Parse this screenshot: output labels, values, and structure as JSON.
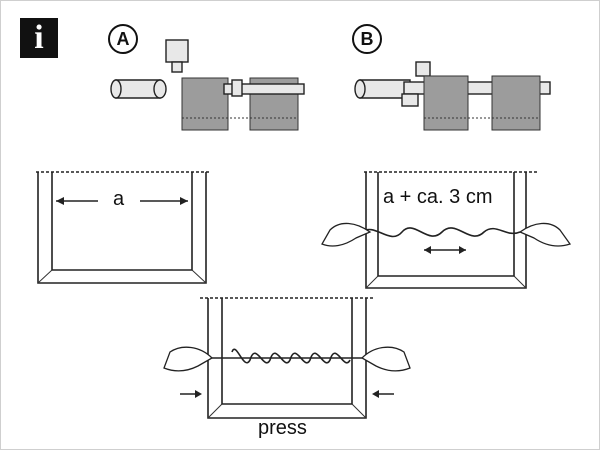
{
  "badge": {
    "symbol": "i"
  },
  "steps": {
    "a_label": "A",
    "b_label": "B"
  },
  "measurements": {
    "width_label": "a",
    "extra_label": "a + ca. 3 cm"
  },
  "instructions": {
    "press_label": "press"
  }
}
